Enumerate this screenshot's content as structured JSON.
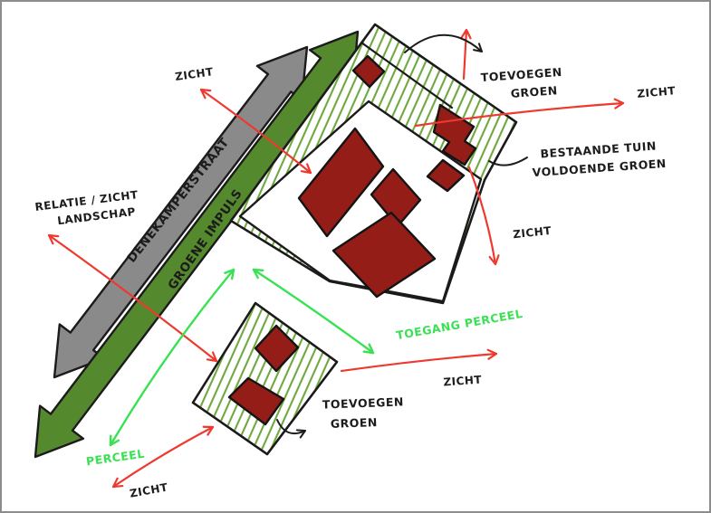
{
  "labels": {
    "street": "DENEKAMPERSTRAAT",
    "green_impulse": "GROENE IMPULS",
    "zicht_top_left": "ZICHT",
    "relatie_zicht": "RELATIE / ZICHT",
    "landschap": "LANDSCHAP",
    "toevoegen_top_1": "TOEVOEGEN",
    "toevoegen_top_2": "GROEN",
    "zicht_top_right": "ZICHT",
    "bestaande_tuin_1": "BESTAANDE TUIN",
    "bestaande_tuin_2": "VOLDOENDE GROEN",
    "zicht_middle_right": "ZICHT",
    "toegang_perceel": "TOEGANG PERCEEL",
    "zicht_center_bottom": "ZICHT",
    "toevoegen_bottom_1": "TOEVOEGEN",
    "toevoegen_bottom_2": "GROEN",
    "perceel": "PERCEEL",
    "zicht_bottom_left": "ZICHT"
  },
  "colors": {
    "street_arrow_gray": "#8a8a8a",
    "green_impulse_arrow": "#55892e",
    "hatch_green": "#6fa83e",
    "building_red": "#951d18",
    "annotation_red": "#ee392f",
    "annotation_bright_green": "#39e153",
    "ink_black": "#1c1c1c"
  }
}
